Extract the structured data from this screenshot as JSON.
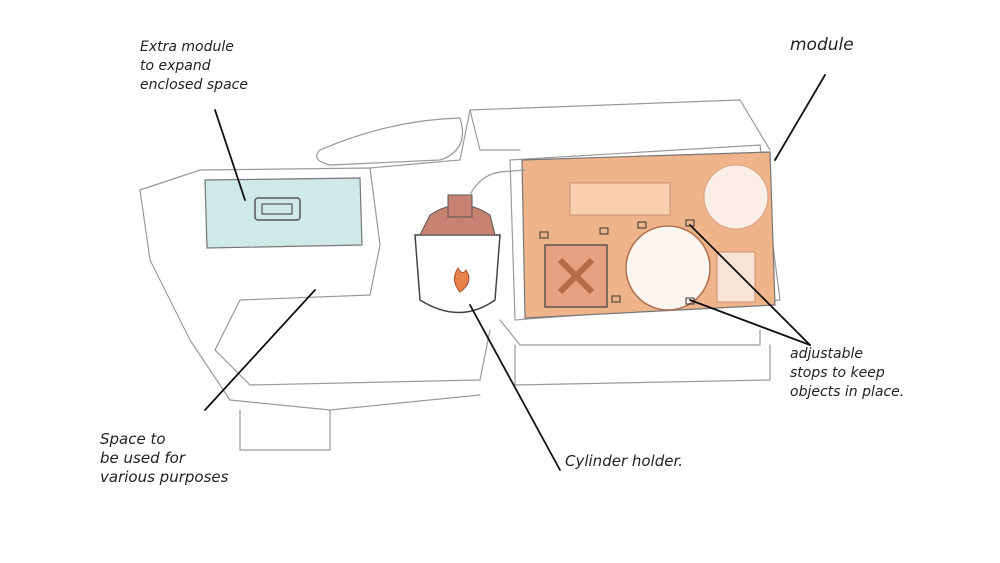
{
  "annotations": {
    "extra_module": "Extra module\nto expand\nenclosed space",
    "module": "module",
    "adjustable_stops": "adjustable\nstops to keep\nobjects in place.",
    "space": "Space to\nbe used for\nvarious purposes",
    "cylinder_holder": "Cylinder holder."
  },
  "colors": {
    "extra_module_fill": "#cfe8e8",
    "module_fill": "#f0b48a",
    "cylinder_cap": "#c98272",
    "flame": "#e8804a"
  }
}
